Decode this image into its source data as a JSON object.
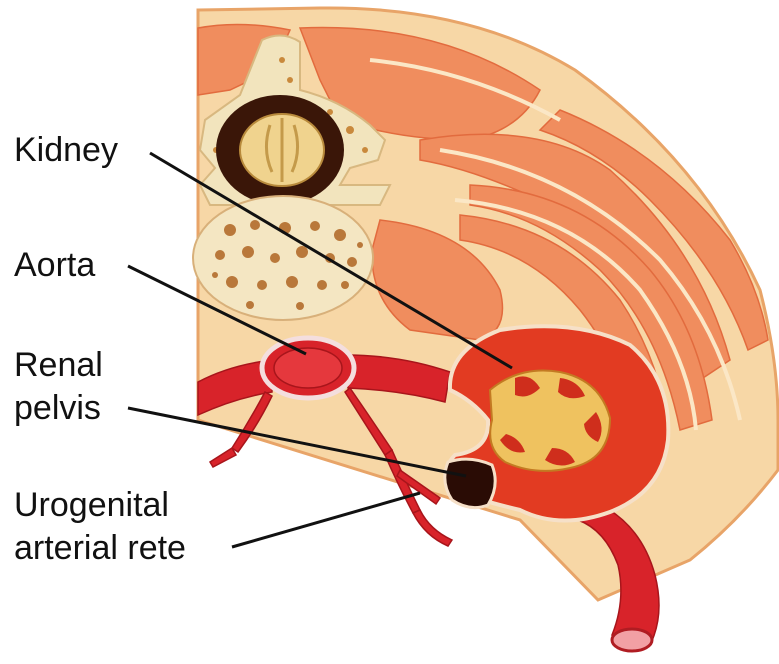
{
  "labels": {
    "kidney": "Kidney",
    "aorta": "Aorta",
    "renal_pelvis_line1": "Renal",
    "renal_pelvis_line2": "pelvis",
    "urogenital_line1": "Urogenital",
    "urogenital_line2": "arterial rete"
  },
  "colors": {
    "muscle": "#f08a5d",
    "tissue": "#f7d6a4",
    "bone": "#f3e6c0",
    "artery": "#d8232a",
    "kidney": "#e03a22",
    "leader_line": "#111111"
  }
}
